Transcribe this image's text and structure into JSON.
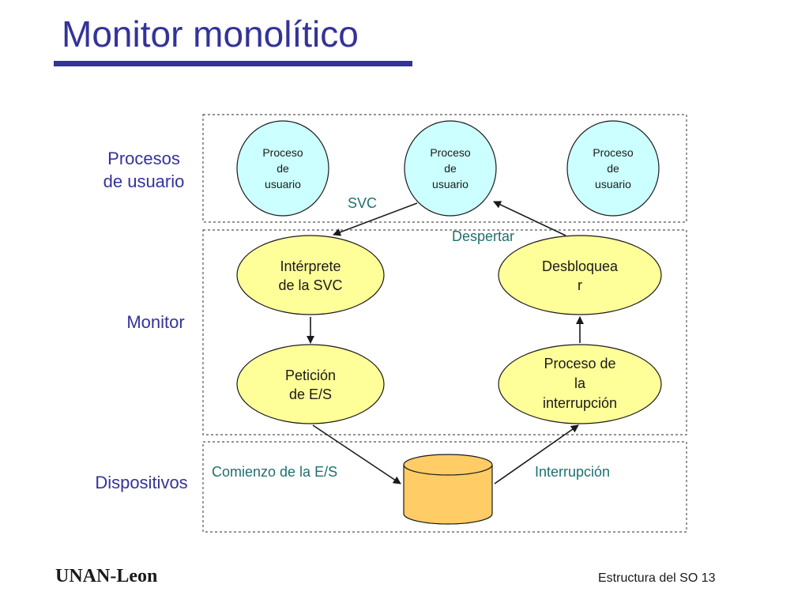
{
  "slide": {
    "title": "Monitor monolítico",
    "footer_left": "UNAN-Leon",
    "footer_right": "Estructura del SO 13"
  },
  "layers": {
    "user": "Procesos\nde usuario",
    "monitor": "Monitor",
    "devices": "Dispositivos"
  },
  "nodes": {
    "proc1": "Proceso\nde\nusuario",
    "proc2": "Proceso\nde\nusuario",
    "proc3": "Proceso\nde\nusuario",
    "interp": "Intérprete\nde la SVC",
    "desbloq": "Desbloquea\nr",
    "peticion": "Petición\nde E/S",
    "procint": "Proceso de\nla\ninterrupción"
  },
  "edge_labels": {
    "svc": "SVC",
    "despertar": "Despertar",
    "comienzo": "Comienzo de la E/S",
    "interrupcion": "Interrupción"
  },
  "colors": {
    "title": "#33339a",
    "user_process_fill": "#ccffff",
    "monitor_node_fill": "#ffff99",
    "device_fill": "#ffcc66",
    "edge_label": "#1f7070"
  }
}
